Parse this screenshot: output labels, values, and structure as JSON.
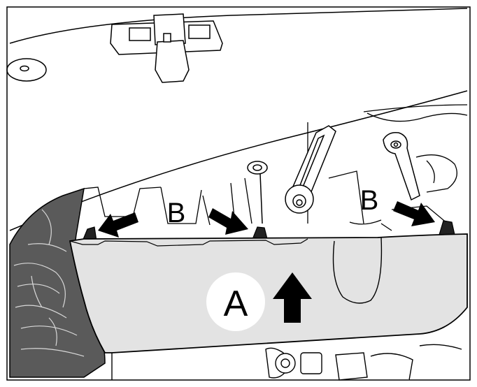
{
  "figure": {
    "labels": {
      "a": "A",
      "b_left": "B",
      "b_right": "B"
    },
    "colors": {
      "line": "#000000",
      "panel_fill": "#e3e3e3",
      "harness_fill": "#5a5a5a",
      "circle_fill": "#ffffff",
      "background": "#ffffff"
    },
    "icons": [
      "arrow-up-icon",
      "arrow-left-icon",
      "arrow-right-icon"
    ]
  }
}
